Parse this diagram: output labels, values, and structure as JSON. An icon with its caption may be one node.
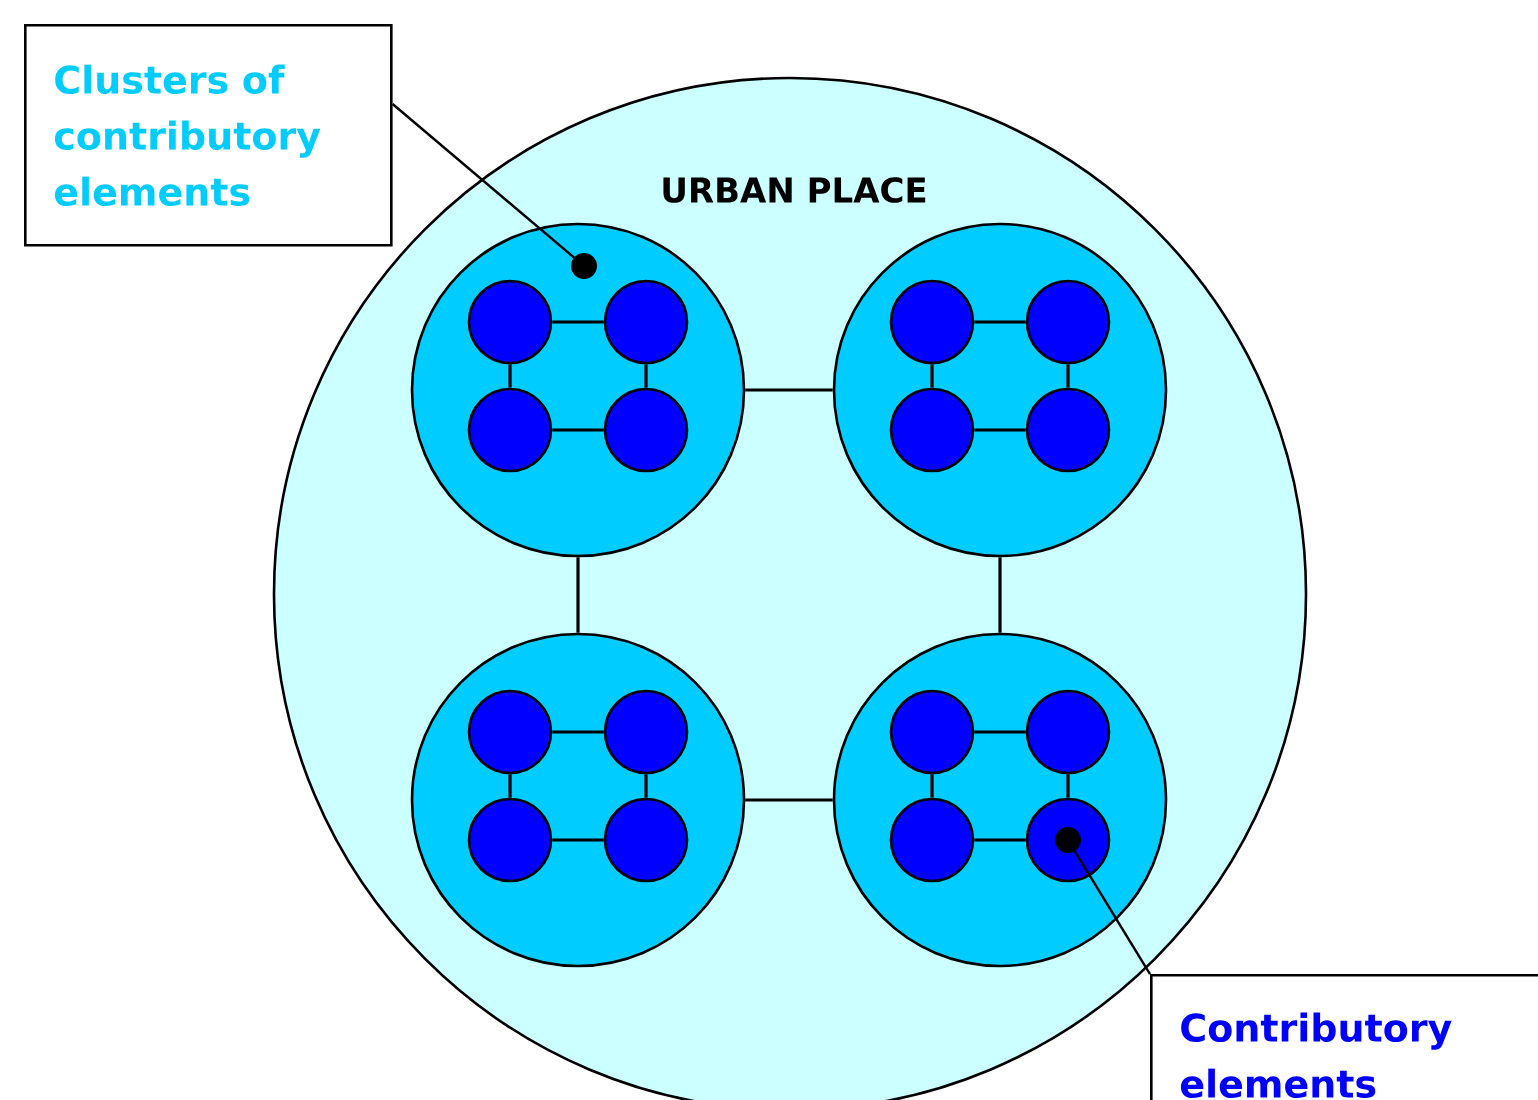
{
  "diagram": {
    "nodes": [
      {
        "text": [
          "URBAN PLACE"
        ]
      },
      {
        "text": [],
        "shape": "circle",
        "in": 0
      },
      {
        "text": [],
        "shape": "circle",
        "in": 1
      },
      {
        "text": [],
        "shape": "circle",
        "in": 1
      },
      {
        "text": [],
        "shape": "circle",
        "in": 1
      },
      {
        "text": [],
        "shape": "circle",
        "in": 1
      },
      {
        "text": [],
        "shape": "circle",
        "in": 0
      },
      {
        "text": [],
        "shape": "circle",
        "in": 6
      },
      {
        "text": [],
        "shape": "circle",
        "in": 6
      },
      {
        "text": [],
        "shape": "circle",
        "in": 6
      },
      {
        "text": [],
        "shape": "circle",
        "in": 6
      },
      {
        "text": [],
        "shape": "circle",
        "in": 0
      },
      {
        "text": [],
        "shape": "circle",
        "in": 11
      },
      {
        "text": [],
        "shape": "circle",
        "in": 11
      },
      {
        "text": [],
        "shape": "circle",
        "in": 11
      },
      {
        "text": [],
        "shape": "circle",
        "in": 11
      },
      {
        "text": [],
        "shape": "circle",
        "in": 0
      },
      {
        "text": [],
        "shape": "circle",
        "in": 16
      },
      {
        "text": [],
        "shape": "circle",
        "in": 16
      },
      {
        "text": [],
        "shape": "circle",
        "in": 16
      },
      {
        "text": [],
        "shape": "circle",
        "in": 16
      },
      {
        "text": [
          "Clusters of contributory elements"
        ]
      },
      {
        "text": [
          "Contributory elements"
        ]
      }
    ],
    "edges": [
      {
        "from": 1,
        "to": 6,
        "arrow": "none"
      },
      {
        "from": 1,
        "to": 11,
        "arrow": "none"
      },
      {
        "from": 6,
        "to": 16,
        "arrow": "none"
      },
      {
        "from": 11,
        "to": 16,
        "arrow": "none"
      },
      {
        "from": 2,
        "to": 3,
        "arrow": "none"
      },
      {
        "from": 2,
        "to": 4,
        "arrow": "none"
      },
      {
        "from": 3,
        "to": 5,
        "arrow": "none"
      },
      {
        "from": 4,
        "to": 5,
        "arrow": "none"
      },
      {
        "from": 7,
        "to": 8,
        "arrow": "none"
      },
      {
        "from": 7,
        "to": 9,
        "arrow": "none"
      },
      {
        "from": 8,
        "to": 10,
        "arrow": "none"
      },
      {
        "from": 9,
        "to": 10,
        "arrow": "none"
      },
      {
        "from": 12,
        "to": 13,
        "arrow": "none"
      },
      {
        "from": 12,
        "to": 14,
        "arrow": "none"
      },
      {
        "from": 13,
        "to": 15,
        "arrow": "none"
      },
      {
        "from": 14,
        "to": 15,
        "arrow": "none"
      },
      {
        "from": 17,
        "to": 18,
        "arrow": "none"
      },
      {
        "from": 17,
        "to": 19,
        "arrow": "none"
      },
      {
        "from": 18,
        "to": 20,
        "arrow": "none"
      },
      {
        "from": 19,
        "to": 20,
        "arrow": "none"
      },
      {
        "from": 21,
        "to": 1,
        "arrow": "other"
      },
      {
        "from": 22,
        "to": 20,
        "arrow": "other"
      }
    ]
  }
}
